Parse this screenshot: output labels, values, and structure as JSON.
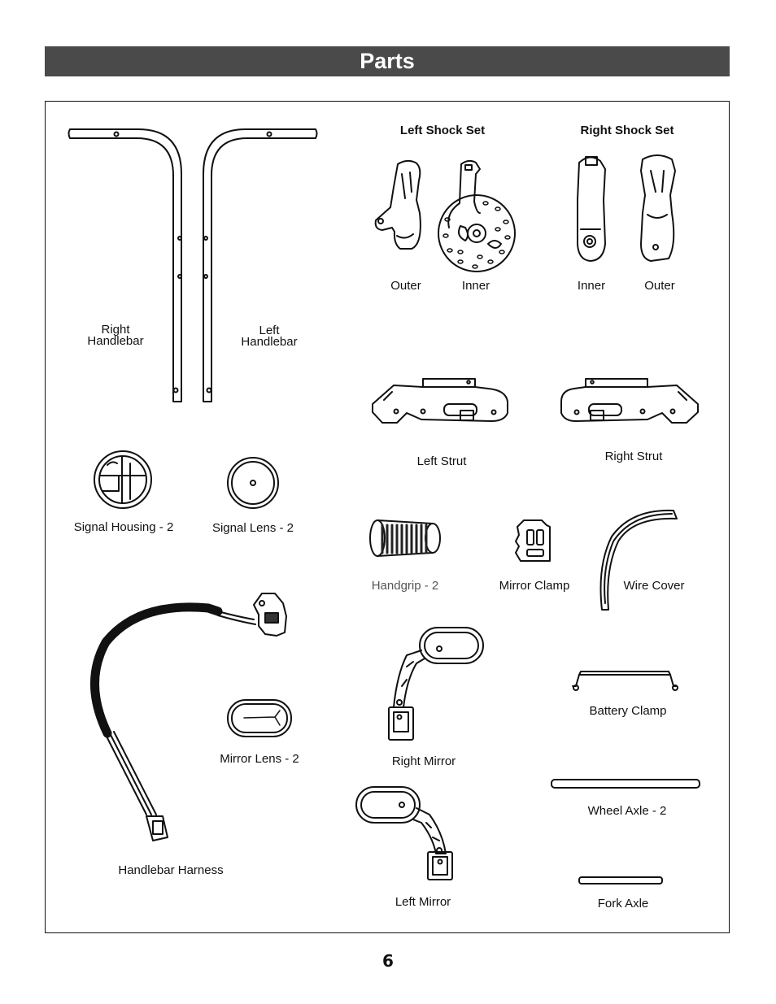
{
  "header": {
    "title": "Parts"
  },
  "shock_sets": {
    "left_title": "Left Shock Set",
    "right_title": "Right Shock Set"
  },
  "labels": {
    "left_outer": "Outer",
    "left_inner": "Inner",
    "right_inner": "Inner",
    "right_outer": "Outer",
    "right_handlebar_1": "Right",
    "right_handlebar_2": "Handlebar",
    "left_handlebar_1": "Left",
    "left_handlebar_2": "Handlebar",
    "left_strut": "Left Strut",
    "right_strut": "Right Strut",
    "signal_housing": "Signal Housing - 2",
    "signal_lens": "Signal Lens - 2",
    "handgrip": "Handgrip - 2",
    "mirror_clamp": "Mirror Clamp",
    "wire_cover": "Wire Cover",
    "battery_clamp": "Battery Clamp",
    "mirror_lens": "Mirror Lens - 2",
    "right_mirror": "Right Mirror",
    "wheel_axle": "Wheel Axle - 2",
    "handlebar_harness": "Handlebar Harness",
    "left_mirror": "Left Mirror",
    "fork_axle": "Fork Axle"
  },
  "footer": {
    "page_number": "6"
  }
}
